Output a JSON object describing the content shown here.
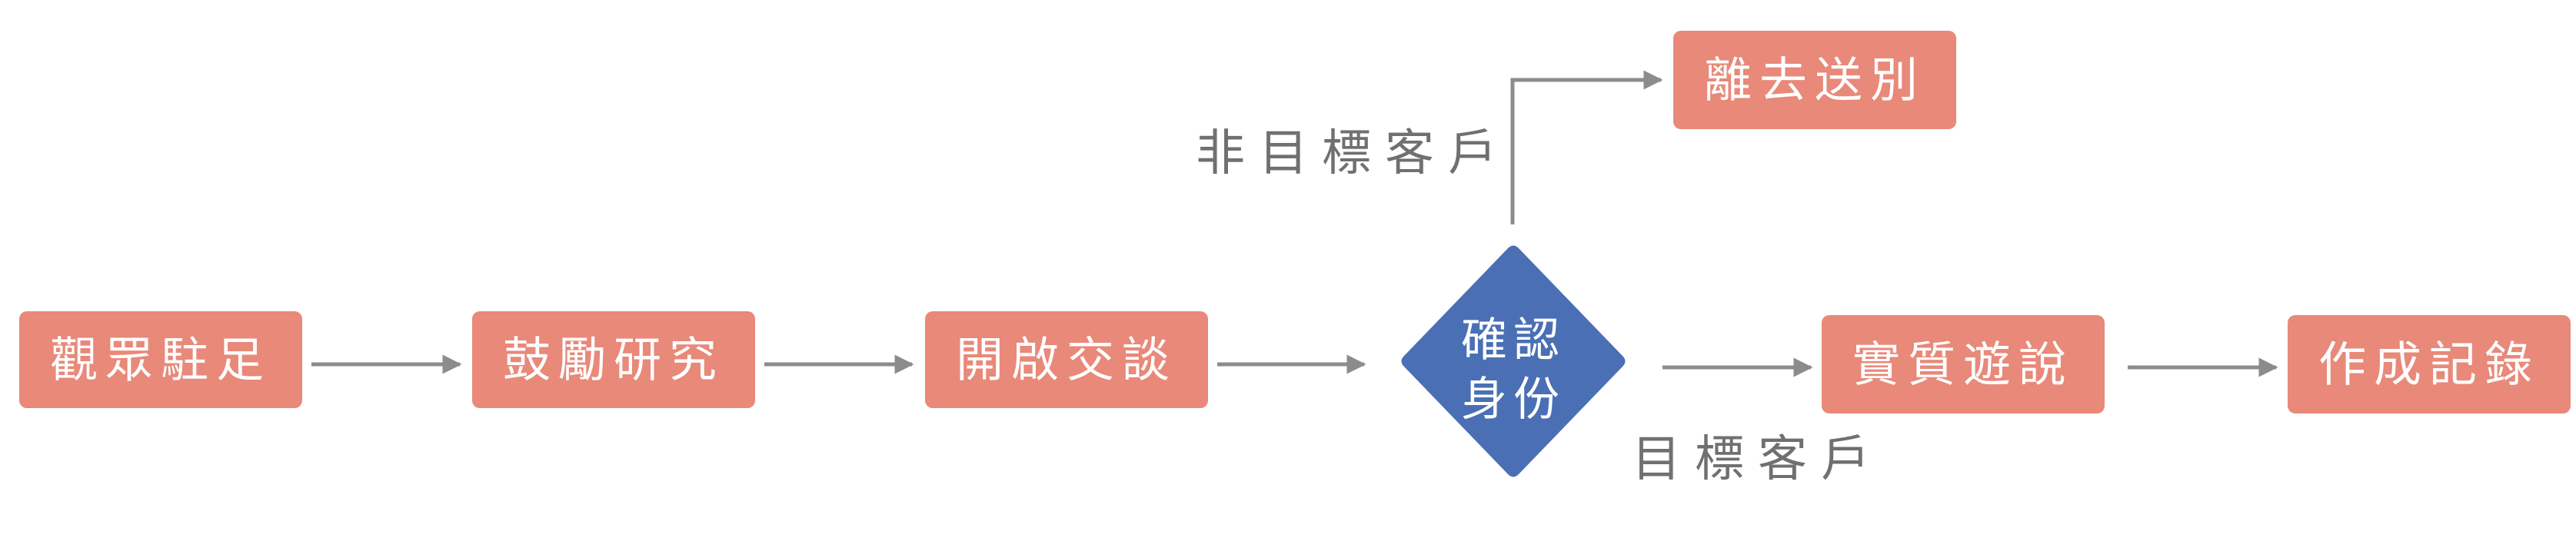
{
  "colors": {
    "box_fill": "#E8897A",
    "diamond_fill": "#4A6FB5",
    "arrow": "#8C8C8C",
    "label_text": "#707070"
  },
  "steps": {
    "observe": "觀眾駐足",
    "encourage": "鼓勵研究",
    "open_conversation": "開啟交談",
    "decision_line1": "確認",
    "decision_line2": "身份",
    "leave": "離去送別",
    "tour": "實質遊說",
    "record": "作成記錄"
  },
  "branches": {
    "non_target": "非目標客戶",
    "target": "目標客戶"
  }
}
